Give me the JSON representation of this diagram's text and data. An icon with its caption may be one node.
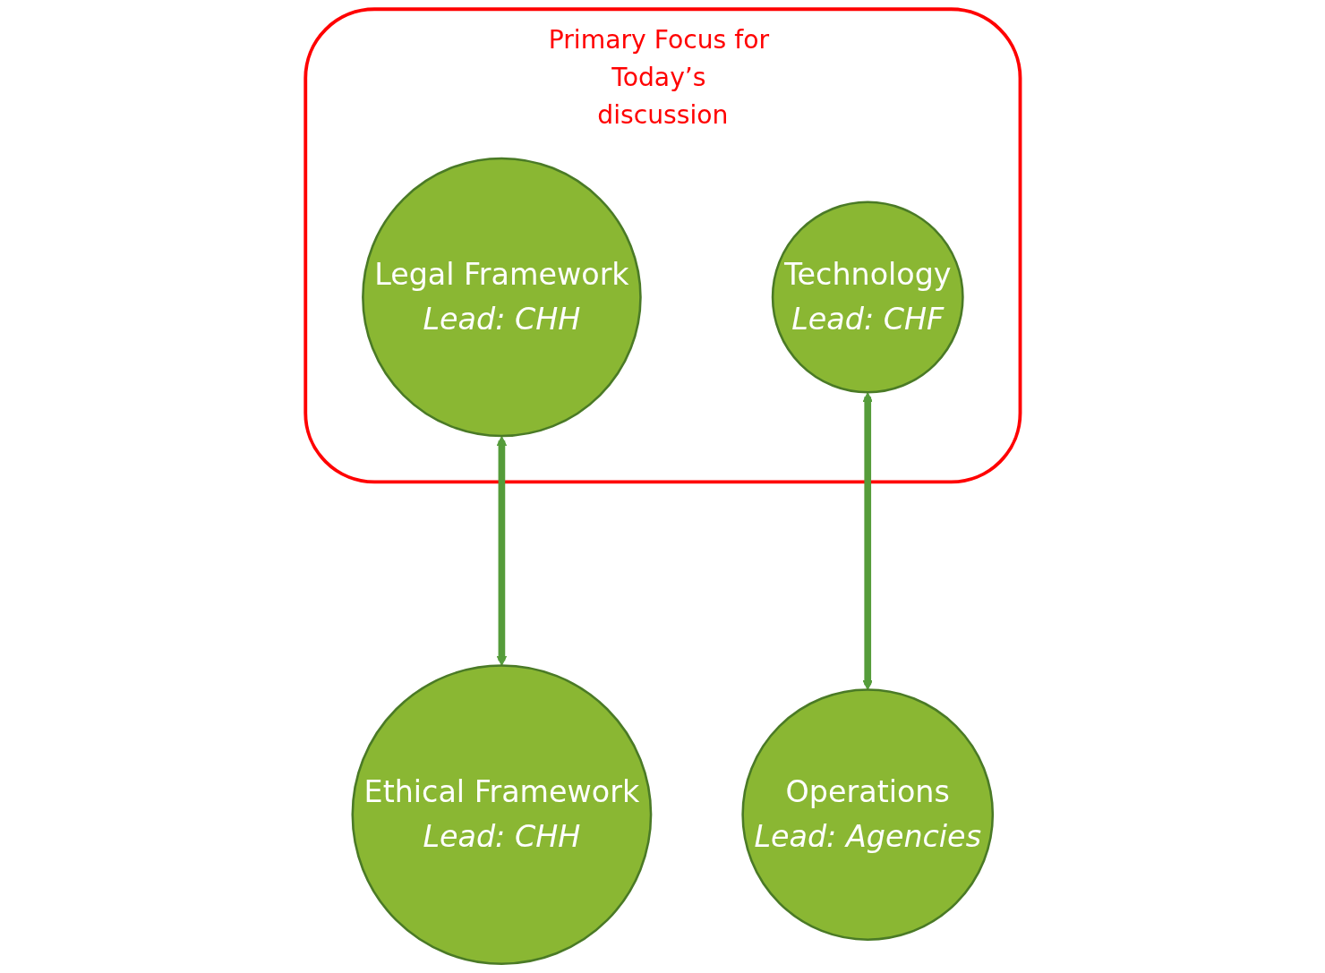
{
  "diagram": {
    "nodes": [
      {
        "text": [
          "Primary Focus for Today’s discussion"
        ]
      },
      {
        "text": [
          "Legal Framework",
          "Lead: CHH"
        ],
        "in": 0
      },
      {
        "text": [
          "Technology",
          "Lead: CHF"
        ],
        "in": 0
      },
      {
        "text": [
          "Operations",
          "Lead: Agencies"
        ]
      },
      {
        "text": [
          "Ethical Framework",
          "Lead: CHH"
        ]
      }
    ],
    "edges": [
      {
        "from": 1,
        "to": 4,
        "arrow": "both"
      },
      {
        "from": 2,
        "to": 3,
        "arrow": "both"
      }
    ]
  }
}
